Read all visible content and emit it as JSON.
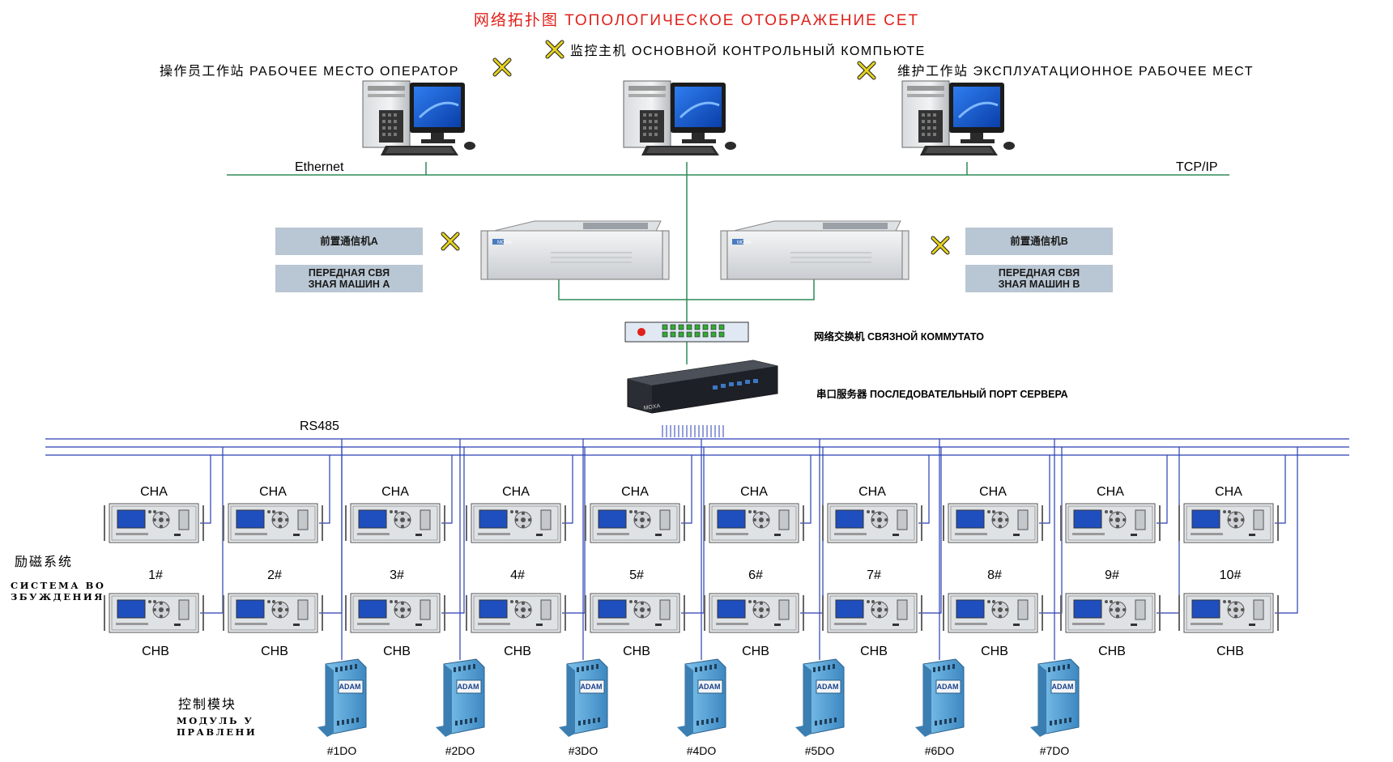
{
  "title": "网络拓扑图 ТОПОЛОГИЧЕСКОЕ ОТОБРАЖЕНИЕ СЕТ",
  "workstations": {
    "operator": "操作员工作站 РАБОЧЕЕ МЕСТО ОПЕРАТОР",
    "monitor": "监控主机 ОСНОВНОЙ КОНТРОЛЬНЫЙ КОМПЬЮТЕ",
    "maintenance": "维护工作站 ЭКСПЛУАТАЦИОННОЕ РАБОЧЕЕ МЕСТ"
  },
  "network": {
    "left_label": "Ethernet",
    "right_label": "TCP/IP",
    "bus_label": "RS485"
  },
  "front_comm": {
    "a_zh": "前置通信机A",
    "a_ru_1": "ПЕРЕДНАЯ СВЯ",
    "a_ru_2": "ЗНАЯ МАШИН А",
    "b_zh": "前置通信机B",
    "b_ru_1": "ПЕРЕДНАЯ СВЯ",
    "b_ru_2": "ЗНАЯ МАШИН В",
    "rack_brand": "MOXA"
  },
  "switch_label": "网络交换机 СВЯЗНОЙ КОММУТАТО",
  "serial_server_label": "串口服务器 ПОСЛЕДОВАТЕЛЬНЫЙ ПОРТ СЕРВЕРА",
  "serial_server_brand": "MOXA",
  "excitation": {
    "zh": "励磁系统",
    "ru_1": "СИСТЕМА ВО",
    "ru_2": "ЗБУЖДЕНИЯ"
  },
  "control_module": {
    "zh": "控制模块",
    "ru_1": "МОДУЛЬ У",
    "ru_2": "ПРАВЛЕНИ",
    "brand": "ADAM"
  },
  "channels": [
    {
      "top": "CHA",
      "index": "1#",
      "bottom": "CHB"
    },
    {
      "top": "CHA",
      "index": "2#",
      "bottom": "CHB"
    },
    {
      "top": "CHA",
      "index": "3#",
      "bottom": "CHB"
    },
    {
      "top": "CHA",
      "index": "4#",
      "bottom": "CHB"
    },
    {
      "top": "CHA",
      "index": "5#",
      "bottom": "CHB"
    },
    {
      "top": "CHA",
      "index": "6#",
      "bottom": "CHB"
    },
    {
      "top": "CHA",
      "index": "7#",
      "bottom": "CHB"
    },
    {
      "top": "CHA",
      "index": "8#",
      "bottom": "CHB"
    },
    {
      "top": "CHA",
      "index": "9#",
      "bottom": "CHB"
    },
    {
      "top": "CHA",
      "index": "10#",
      "bottom": "CHB"
    }
  ],
  "do_modules": [
    "#1DO",
    "#2DO",
    "#3DO",
    "#4DO",
    "#5DO",
    "#6DO",
    "#7DO"
  ],
  "colors": {
    "title": "#e0201a",
    "network_line": "#2e8b57",
    "bus_line": "#2a3fb5",
    "label_box": "#b9c6d3",
    "device_screen": "#1f4fbf",
    "monitor_screen": "#1a5ad6",
    "module_body": "#5aa6d6",
    "switch_port": "#33aa33",
    "switch_led": "#e0201a",
    "cross_marker": "#e6d21e"
  }
}
